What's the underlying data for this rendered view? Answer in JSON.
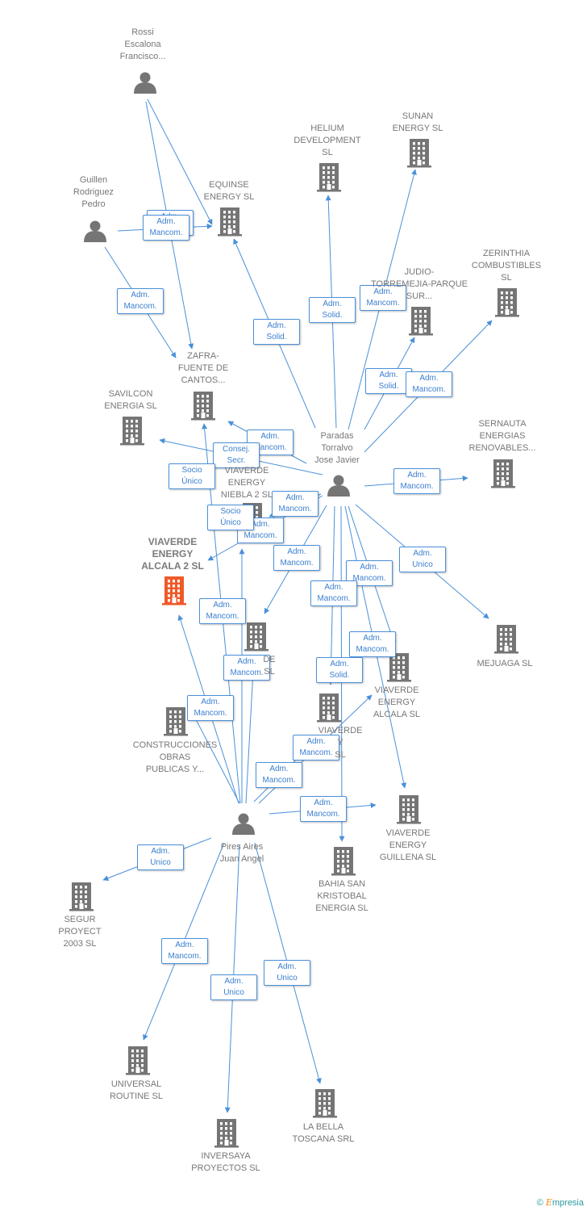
{
  "colors": {
    "edge": "#4a90d9",
    "node": "#757575",
    "focus": "#f05a28",
    "label": "#777777"
  },
  "nodes": [
    {
      "id": "rossi",
      "type": "person",
      "label": "Rossi\nEscalona\nFrancisco..."
    },
    {
      "id": "guillen",
      "type": "person",
      "label": "Guillen\nRodriguez\nPedro"
    },
    {
      "id": "equinse",
      "type": "company",
      "label": "EQUINSE\nENERGY  SL"
    },
    {
      "id": "helium",
      "type": "company",
      "label": "HELIUM\nDEVELOPMENT\nSL"
    },
    {
      "id": "sunan",
      "type": "company",
      "label": "SUNAN\nENERGY  SL"
    },
    {
      "id": "judio",
      "type": "company",
      "label": "JUDIO-\nTORREMEJIA-PARQUE\nSUR..."
    },
    {
      "id": "zerinthia",
      "type": "company",
      "label": "ZERINTHIA\nCOMBUSTIBLES\nSL"
    },
    {
      "id": "zafra",
      "type": "company",
      "label": "ZAFRA-\nFUENTE DE\nCANTOS..."
    },
    {
      "id": "savilcon",
      "type": "company",
      "label": "SAVILCON\nENERGIA  SL"
    },
    {
      "id": "paradas",
      "type": "person",
      "label": "Paradas\nTorralvo\nJose Javier"
    },
    {
      "id": "sernauta",
      "type": "company",
      "label": "SERNAUTA\nENERGIAS\nRENOVABLES..."
    },
    {
      "id": "niebla",
      "type": "company",
      "label": "VIAVERDE\nENERGY\nNIEBLA 2  SL"
    },
    {
      "id": "alcala2",
      "type": "focus",
      "label": "VIAVERDE\nENERGY\nALCALA 2  SL"
    },
    {
      "id": "viaverde_de",
      "type": "company",
      "label": "DE\nSL"
    },
    {
      "id": "mejuaga",
      "type": "company",
      "label": "MEJUAGA  SL"
    },
    {
      "id": "viaverde_alcala",
      "type": "company",
      "label": "VIAVERDE\nENERGY\nALCALA  SL"
    },
    {
      "id": "construcciones",
      "type": "company",
      "label": "CONSTRUCCIONES\nOBRAS\nPUBLICAS Y..."
    },
    {
      "id": "viaverde_y",
      "type": "company",
      "label": "VIAVERDE\nY\nSL"
    },
    {
      "id": "guillena",
      "type": "company",
      "label": "VIAVERDE\nENERGY\nGUILLENA  SL"
    },
    {
      "id": "pires",
      "type": "person",
      "label": "Pires Aires\nJuan Angel"
    },
    {
      "id": "bahia",
      "type": "company",
      "label": "BAHIA SAN\nKRISTOBAL\nENERGIA  SL"
    },
    {
      "id": "segur",
      "type": "company",
      "label": "SEGUR\nPROYECT\n2003 SL"
    },
    {
      "id": "universal",
      "type": "company",
      "label": "UNIVERSAL\nROUTINE  SL"
    },
    {
      "id": "inversaya",
      "type": "company",
      "label": "INVERSAYA\nPROYECTOS SL"
    },
    {
      "id": "labella",
      "type": "company",
      "label": "LA BELLA\nTOSCANA SRL"
    }
  ],
  "edges": [
    {
      "from": "rossi",
      "to": "zafra",
      "label": ""
    },
    {
      "from": "rossi",
      "to": "equinse",
      "label": "Adm.\nMancom."
    },
    {
      "from": "guillen",
      "to": "equinse",
      "label": "Adm.\nMancom."
    },
    {
      "from": "guillen",
      "to": "zafra",
      "label": "Adm.\nMancom."
    },
    {
      "from": "paradas",
      "to": "equinse",
      "label": "Adm.\nSolid."
    },
    {
      "from": "paradas",
      "to": "helium",
      "label": "Adm.\nSolid."
    },
    {
      "from": "paradas",
      "to": "sunan",
      "label": "Adm.\nMancom."
    },
    {
      "from": "paradas",
      "to": "judio",
      "label": "Adm.\nSolid."
    },
    {
      "from": "paradas",
      "to": "zerinthia",
      "label": "Adm.\nMancom."
    },
    {
      "from": "paradas",
      "to": "zafra",
      "label": "Adm.\nMancom."
    },
    {
      "from": "paradas",
      "to": "savilcon",
      "label": "Consej.\nSecr."
    },
    {
      "from": "paradas",
      "to": "sernauta",
      "label": "Adm.\nMancom."
    },
    {
      "from": "paradas",
      "to": "niebla",
      "label": "Adm.\nMancom."
    },
    {
      "from": "paradas",
      "to": "alcala2",
      "label": "Adm.\nMancom."
    },
    {
      "from": "paradas",
      "to": "viaverde_de",
      "label": "Adm.\nMancom."
    },
    {
      "from": "paradas",
      "to": "mejuaga",
      "label": "Adm.\nUnico"
    },
    {
      "from": "paradas",
      "to": "viaverde_alcala",
      "label": "Adm.\nMancom."
    },
    {
      "from": "paradas",
      "to": "viaverde_y",
      "label": "Adm.\nMancom."
    },
    {
      "from": "paradas",
      "to": "guillena",
      "label": "Adm.\nMancom."
    },
    {
      "from": "paradas",
      "to": "bahia",
      "label": "Adm.\nSolid."
    },
    {
      "from": "pires",
      "to": "zafra",
      "label": "Socio\nÚnico"
    },
    {
      "from": "pires",
      "to": "alcala2",
      "label": "Adm.\nMancom."
    },
    {
      "from": "pires",
      "to": "niebla",
      "label": "Socio\nÚnico"
    },
    {
      "from": "pires",
      "to": "viaverde_de",
      "label": "Adm.\nMancom."
    },
    {
      "from": "pires",
      "to": "construcciones",
      "label": "Adm.\nMancom."
    },
    {
      "from": "pires",
      "to": "viaverde_y",
      "label": "Adm.\nMancom."
    },
    {
      "from": "pires",
      "to": "viaverde_alcala",
      "label": "Adm.\nMancom."
    },
    {
      "from": "pires",
      "to": "guillena",
      "label": "Adm.\nMancom."
    },
    {
      "from": "pires",
      "to": "segur",
      "label": "Adm.\nUnico"
    },
    {
      "from": "pires",
      "to": "universal",
      "label": "Adm.\nMancom."
    },
    {
      "from": "pires",
      "to": "inversaya",
      "label": "Adm.\nUnico"
    },
    {
      "from": "pires",
      "to": "labella",
      "label": "Adm.\nUnico"
    }
  ],
  "footer": {
    "copyright": "©",
    "brand_initial": "E",
    "brand_rest": "mpresia"
  }
}
